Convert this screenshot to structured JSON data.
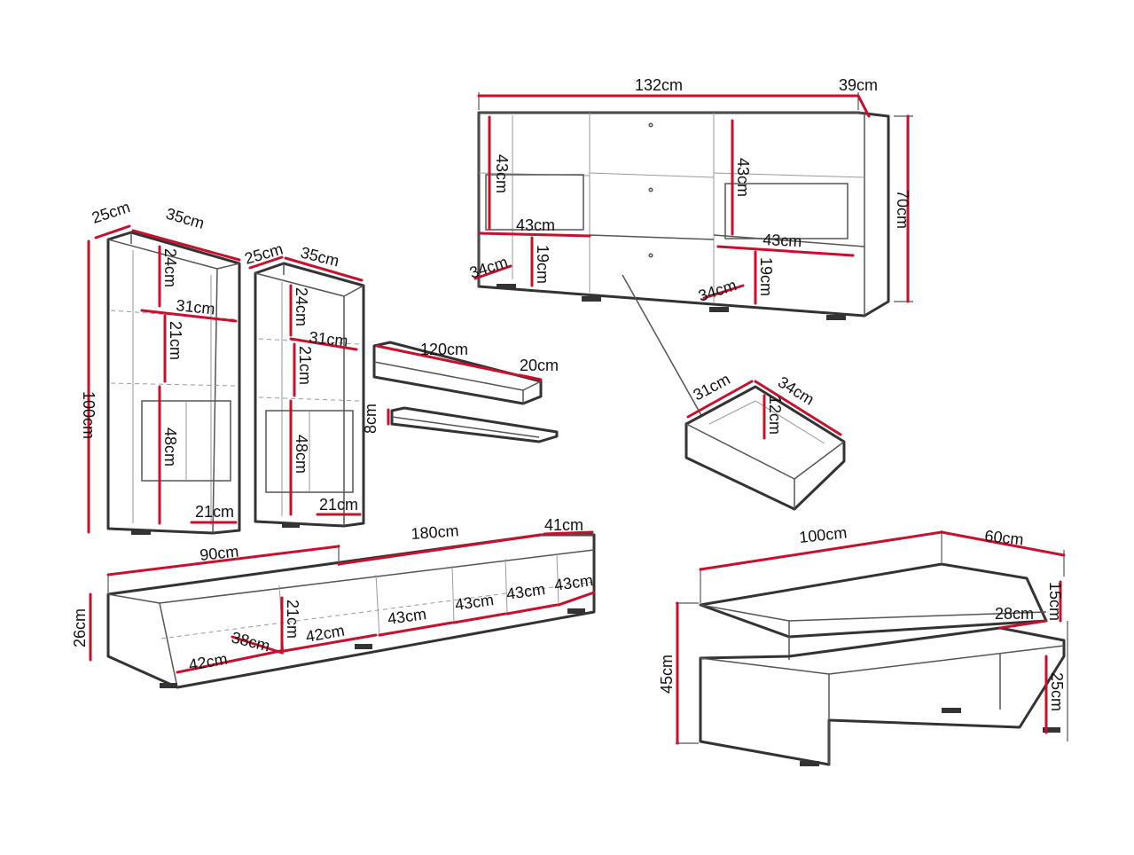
{
  "colors": {
    "dimension_line": "#c8102e",
    "outline": "#333333",
    "background": "#ffffff"
  },
  "units": "cm",
  "pieces": {
    "tall_cabinet_left": {
      "depth": "25cm",
      "width": "35cm",
      "height": "100cm",
      "upper_shelf_height": "24cm",
      "shelf_depth": "31cm",
      "middle_shelf_height": "21cm",
      "door_height": "48cm",
      "inner_depth": "21cm"
    },
    "tall_cabinet_right": {
      "depth": "25cm",
      "width": "35cm",
      "upper_shelf_height": "24cm",
      "shelf_depth": "31cm",
      "middle_shelf_height": "21cm",
      "door_height": "48cm",
      "inner_depth": "21cm"
    },
    "wall_shelves": {
      "width": "120cm",
      "depth": "20cm",
      "height": "8cm"
    },
    "sideboard": {
      "width": "132cm",
      "depth": "39cm",
      "height": "70cm",
      "left_glass_height": "43cm",
      "left_shelf_width": "43cm",
      "left_shelf_depth": "34cm",
      "left_lower_height": "19cm",
      "right_glass_height": "43cm",
      "right_shelf_width": "43cm",
      "right_shelf_depth": "34cm",
      "right_lower_height": "19cm"
    },
    "drawer": {
      "width": "31cm",
      "depth": "34cm",
      "height": "12cm"
    },
    "tv_stand": {
      "module_width": "90cm",
      "total_width": "180cm",
      "depth": "41cm",
      "height": "26cm",
      "inner_height": "21cm",
      "inner_depth": "38cm",
      "compartment_1": "42cm",
      "compartment_2": "42cm",
      "compartment_3": "43cm",
      "compartment_4": "43cm",
      "compartment_5": "43cm",
      "compartment_6": "43cm"
    },
    "coffee_table": {
      "width": "100cm",
      "depth": "60cm",
      "height": "45cm",
      "top_thickness": "15cm",
      "shelf_depth": "28cm",
      "lower_height": "25cm"
    }
  }
}
